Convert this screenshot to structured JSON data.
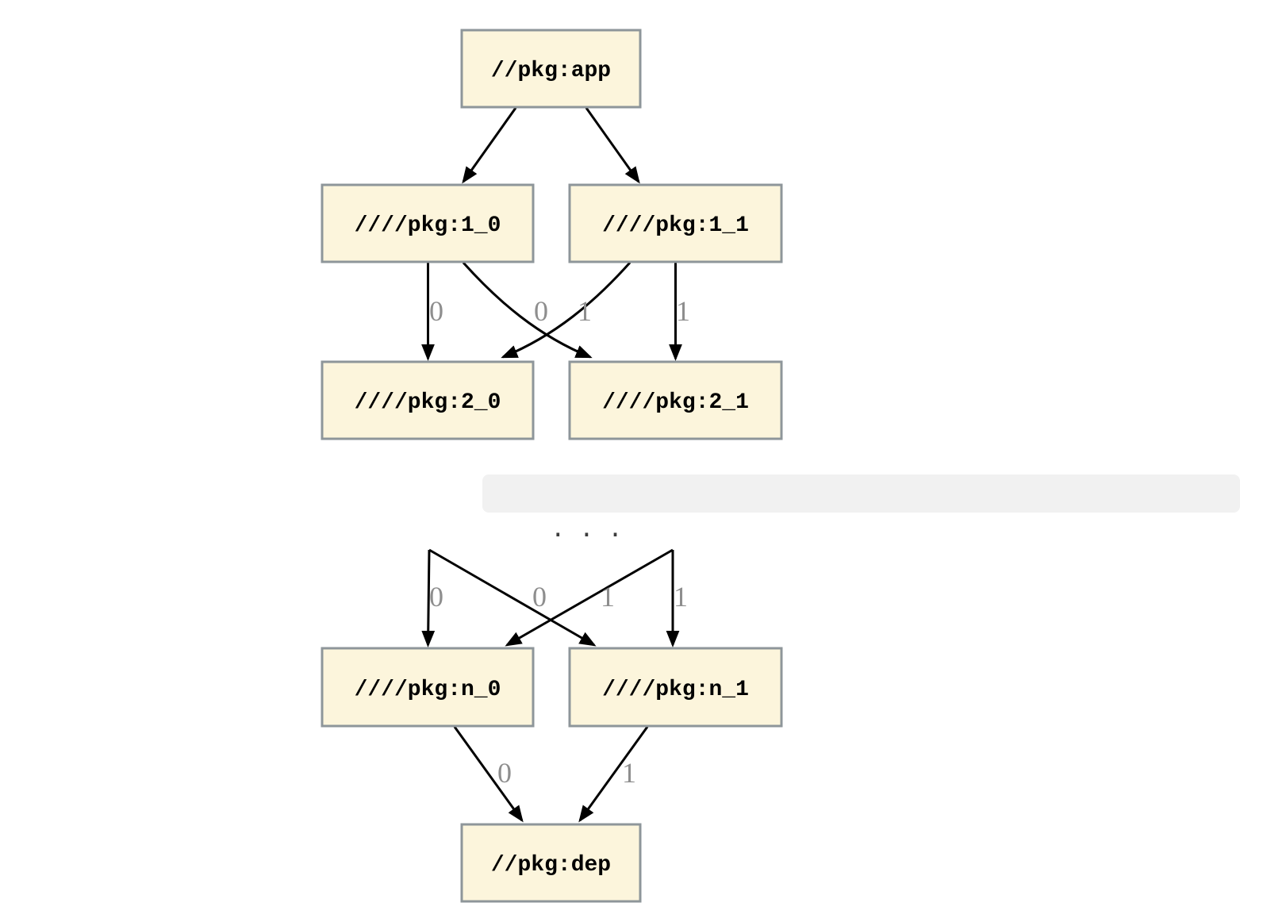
{
  "diagram": {
    "kind": "package-dependency-graph",
    "colors": {
      "background": "#ffffff",
      "node_fill": "#fcf5dc",
      "node_border": "#8e969a",
      "node_text": "#000000",
      "edge": "#000000",
      "edge_label": "#8e8e8e",
      "ellipsis_band": "#f1f1f1",
      "ellipsis_dots": "#3c3c3c"
    },
    "nodes": [
      {
        "id": "app",
        "label": "//pkg:app"
      },
      {
        "id": "1_0",
        "label": "////pkg:1_0"
      },
      {
        "id": "1_1",
        "label": "////pkg:1_1"
      },
      {
        "id": "2_0",
        "label": "////pkg:2_0"
      },
      {
        "id": "2_1",
        "label": "////pkg:2_1"
      },
      {
        "id": "n_0",
        "label": "////pkg:n_0"
      },
      {
        "id": "n_1",
        "label": "////pkg:n_1"
      },
      {
        "id": "dep",
        "label": "//pkg:dep"
      }
    ],
    "ellipsis": ". . .",
    "edges": [
      {
        "from": "app",
        "to": "1_0",
        "label": ""
      },
      {
        "from": "app",
        "to": "1_1",
        "label": ""
      },
      {
        "from": "1_0",
        "to": "2_0",
        "label": "0"
      },
      {
        "from": "1_0",
        "to": "2_1",
        "label": "1"
      },
      {
        "from": "1_1",
        "to": "2_0",
        "label": "0"
      },
      {
        "from": "1_1",
        "to": "2_1",
        "label": "1"
      },
      {
        "from": "ellipsis",
        "to": "n_0",
        "label": "0"
      },
      {
        "from": "ellipsis",
        "to": "n_1",
        "label": "1"
      },
      {
        "from": "ellipsis",
        "to": "n_0",
        "label": "0"
      },
      {
        "from": "ellipsis",
        "to": "n_1",
        "label": "1"
      },
      {
        "from": "n_0",
        "to": "dep",
        "label": "0"
      },
      {
        "from": "n_1",
        "to": "dep",
        "label": "1"
      }
    ]
  }
}
